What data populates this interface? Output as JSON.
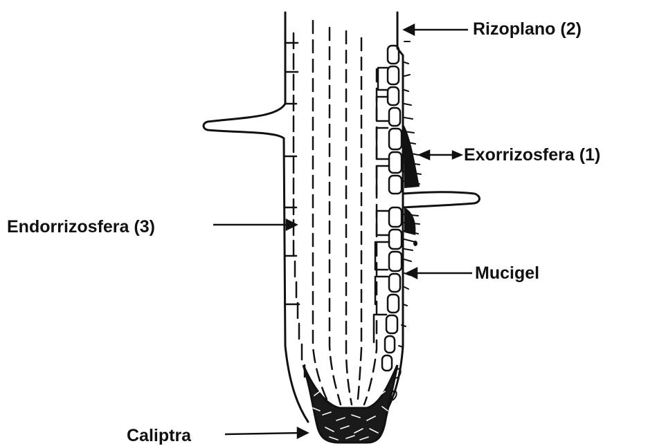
{
  "labels": {
    "rizoplano": "Rizoplano (2)",
    "exorrizosfera": "Exorrizosfera (1)",
    "endorrizosfera": "Endorrizosfera (3)",
    "mucigel": "Mucigel",
    "caliptra": "Caliptra"
  },
  "colors": {
    "ink": "#111111",
    "background": "#ffffff"
  }
}
